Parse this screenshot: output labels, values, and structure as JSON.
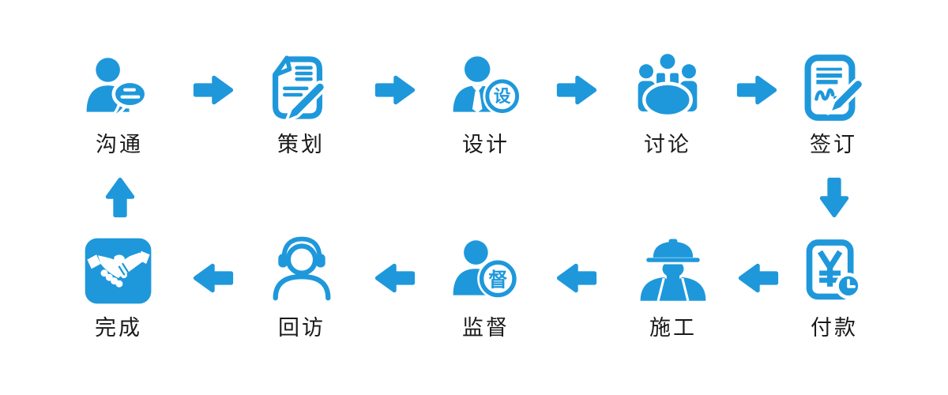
{
  "page": {
    "background": "#ffffff"
  },
  "flow": {
    "accent_color": "#1E98DB",
    "label_color": "#1a1a1a",
    "steps_top": [
      {
        "label": "沟通",
        "icon": "person-chat-icon"
      },
      {
        "label": "策划",
        "icon": "document-pencil-icon"
      },
      {
        "label": "设计",
        "icon": "designer-person-icon",
        "badge_char": "设"
      },
      {
        "label": "讨论",
        "icon": "meeting-table-icon"
      },
      {
        "label": "签订",
        "icon": "contract-signing-icon"
      }
    ],
    "steps_bottom": [
      {
        "label": "付款",
        "icon": "payment-clock-icon"
      },
      {
        "label": "施工",
        "icon": "construction-worker-icon"
      },
      {
        "label": "监督",
        "icon": "supervisor-person-icon",
        "badge_char": "督"
      },
      {
        "label": "回访",
        "icon": "headset-support-icon"
      },
      {
        "label": "完成",
        "icon": "handshake-icon"
      }
    ],
    "connectors": {
      "top_row": [
        "right",
        "right",
        "right",
        "right"
      ],
      "right_side": "down",
      "bottom_row": [
        "left",
        "left",
        "left",
        "left"
      ],
      "left_side": "up"
    }
  }
}
